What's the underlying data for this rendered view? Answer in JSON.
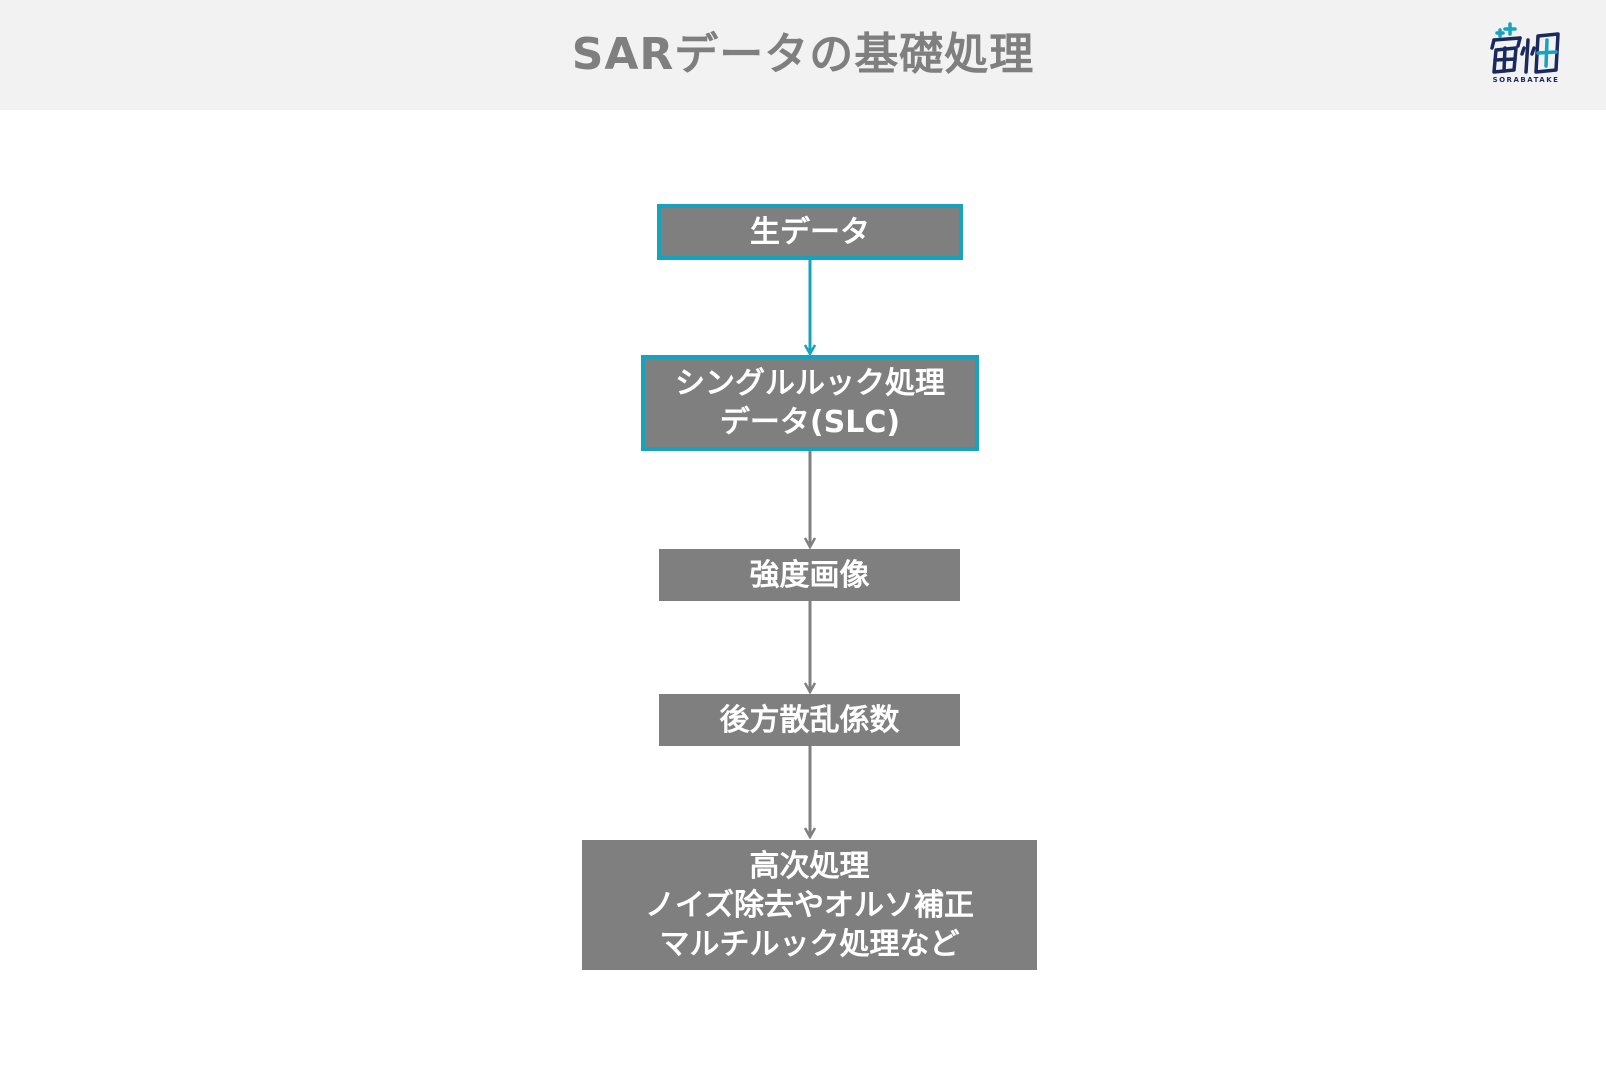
{
  "header": {
    "title": "SARデータの基礎処理"
  },
  "logo": {
    "caption": "SORABATAKE",
    "icon": "sorabatake-logo"
  },
  "flow": {
    "steps": [
      {
        "lines": [
          "生データ"
        ],
        "highlighted": true
      },
      {
        "lines": [
          "シングルルック処理",
          "データ(SLC)"
        ],
        "highlighted": true
      },
      {
        "lines": [
          "強度画像"
        ],
        "highlighted": false
      },
      {
        "lines": [
          "後方散乱係数"
        ],
        "highlighted": false
      },
      {
        "lines": [
          "高次処理",
          "ノイズ除去やオルソ補正",
          "マルチルック処理など"
        ],
        "highlighted": false
      }
    ]
  },
  "colors": {
    "box_fill": "#7f7f7f",
    "highlight": "#17a3bd",
    "arrow_gray": "#808080",
    "header_bg": "#f2f2f2",
    "title_text": "#7f7f7f",
    "logo_navy": "#1a2a5e",
    "logo_teal": "#17a3bd"
  }
}
